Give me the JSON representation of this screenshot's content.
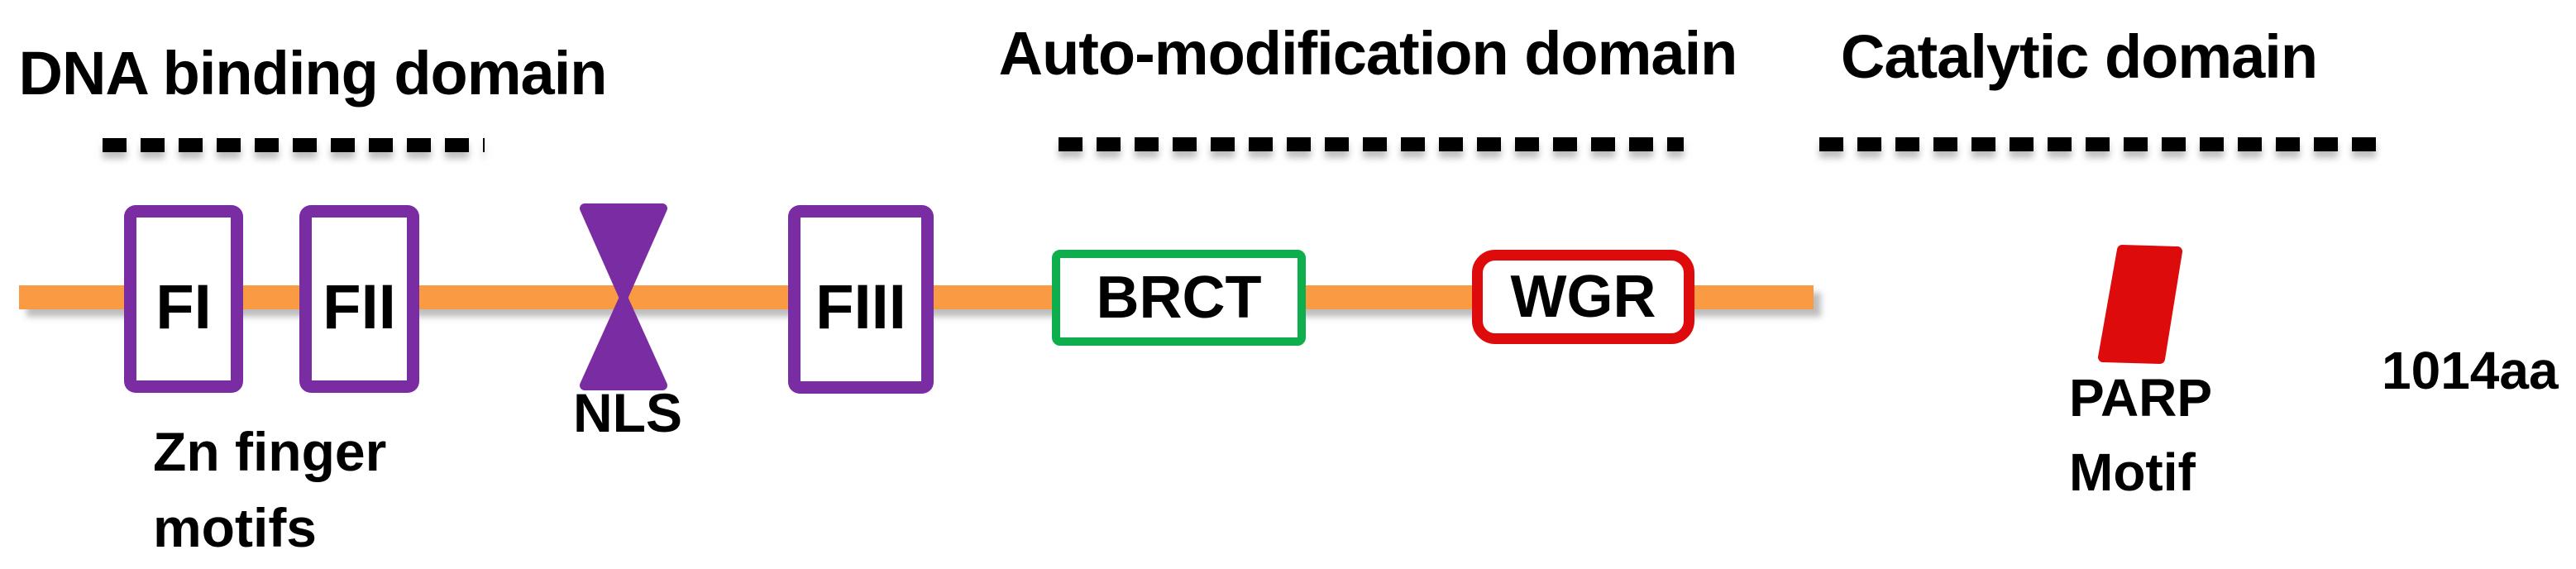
{
  "diagram": {
    "title_note": "",
    "protein_length": "1014aa",
    "domains": [
      {
        "id": "dna-binding",
        "label": "DNA binding domain"
      },
      {
        "id": "auto-modification",
        "label": "Auto-modification domain"
      },
      {
        "id": "catalytic",
        "label": "Catalytic domain"
      }
    ],
    "boxes": {
      "fi": "FI",
      "fii": "FII",
      "fiii": "FIII",
      "brct": "BRCT",
      "wgr": "WGR"
    },
    "annotations": {
      "nls": "NLS",
      "zn_finger_line1": "Zn finger",
      "zn_finger_line2": "motifs",
      "parp_line1": "PARP",
      "parp_line2": "Motif"
    },
    "icons": {
      "nls_shape": "purple-bowtie-hourglass",
      "parp_shape": "red-slanted-parallelogram"
    }
  },
  "colors": {
    "backbone_orange": "#FA9B43",
    "purple": "#7A2DA3",
    "green": "#0EAE4D",
    "red": "#DD0B0B",
    "text_black": "#000000"
  }
}
